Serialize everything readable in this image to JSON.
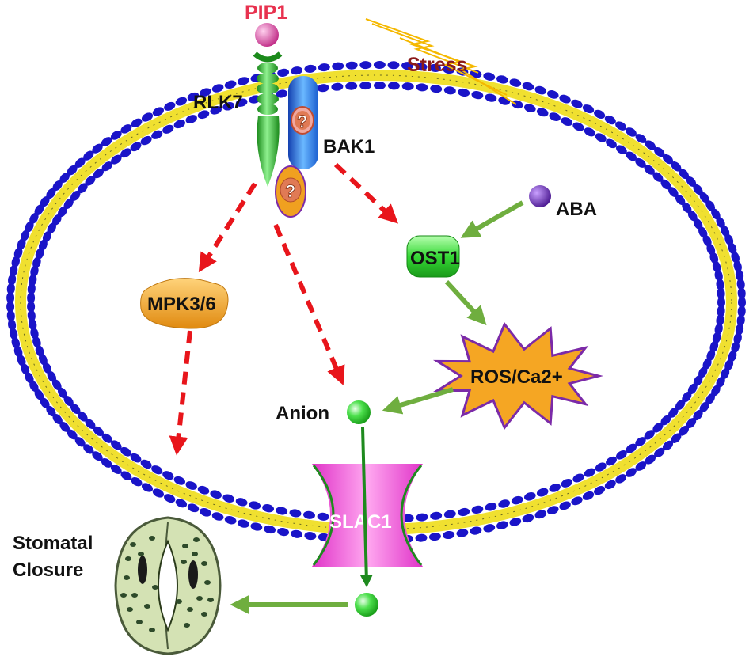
{
  "labels": {
    "pip1": "PIP1",
    "stress": "Stress",
    "rlk7": "RLK7",
    "bak1": "BAK1",
    "unknown_upper": "?",
    "unknown_lower": "?",
    "aba": "ABA",
    "ost1": "OST1",
    "mpk": "MPK3/6",
    "ros": "ROS/Ca2+",
    "anion": "Anion",
    "slac1": "SLAC1",
    "stomatal_line1": "Stomatal",
    "stomatal_line2": "Closure"
  },
  "colors": {
    "membrane_head": "#1a14c8",
    "membrane_tail": "#f0e030",
    "pip1": "#e040a0",
    "pip1_text": "#e8324f",
    "stress_text": "#8b1a1a",
    "lightning": "#f5b800",
    "rlk7": "#2ab52a",
    "bak1": "#2a7de0",
    "question_fill": "#e07a55",
    "question_ring": "#f0a020",
    "aba": "#6a2ab0",
    "ost1": "#36d836",
    "mpk": "#f0a020",
    "ros_fill": "#f5a623",
    "ros_border": "#7b2aa8",
    "anion": "#33dd33",
    "slac1": "#e033c8",
    "red_arrow": "#e8151b",
    "green_arrow": "#6fae3f",
    "stomata_fill": "#d4e2b4",
    "stomata_edge": "#4a5a3a"
  },
  "icons": {
    "pip1": "peptide-ball-icon",
    "stress": "lightning-bolt-icon",
    "question": "question-mark-icon",
    "stomata": "stomata-guard-cell-icon"
  }
}
